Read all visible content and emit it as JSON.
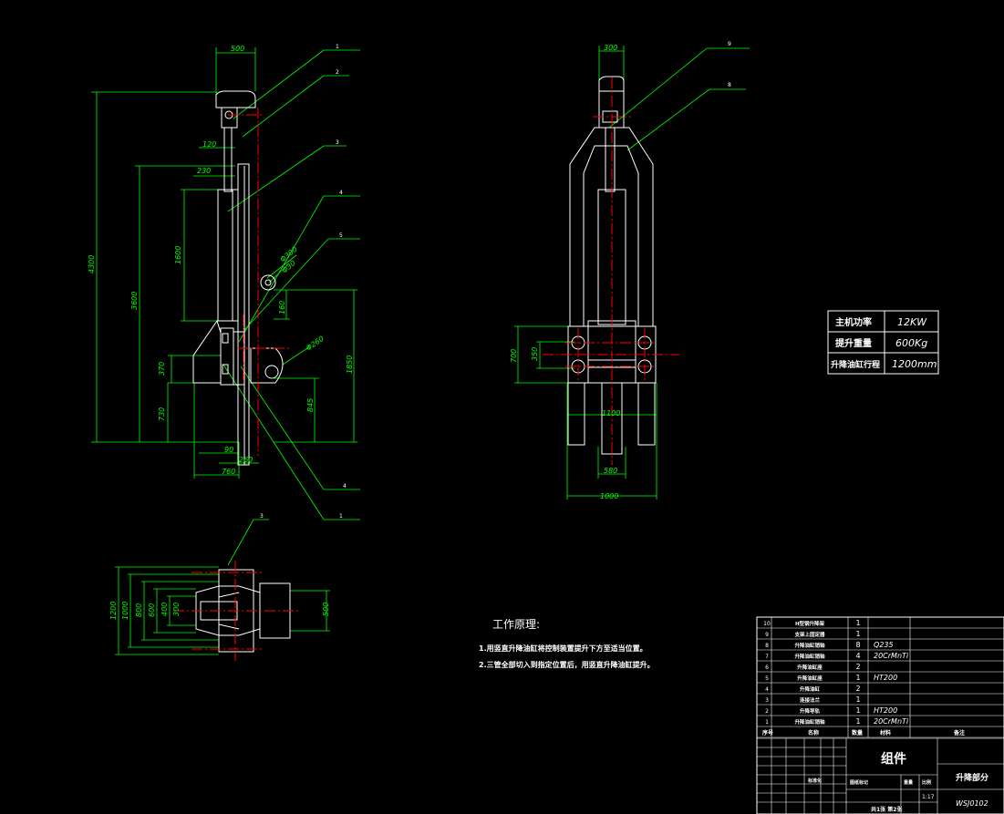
{
  "colors": {
    "background": "#000000",
    "outline": "#ffffff",
    "dimension": "#00ff00",
    "centerline": "#ff0000"
  },
  "side_view": {
    "dims": {
      "top_width": "500",
      "d120": "120",
      "d230": "230",
      "d1600": "1600",
      "d3600": "3600",
      "d4300": "4300",
      "d370": "370",
      "d730": "730",
      "d90": "90",
      "d260": "260",
      "d760": "760",
      "d1850": "1850",
      "d845": "845",
      "d160": "160",
      "phi300": "Φ300",
      "phi30": "Φ30",
      "phi260": "Φ260"
    },
    "balloons": [
      "1",
      "2",
      "3",
      "4",
      "5",
      "4",
      "1"
    ]
  },
  "front_view": {
    "dims": {
      "d300": "300",
      "d700": "700",
      "d350": "350",
      "d1100": "1100",
      "d580": "580",
      "d1000": "1000"
    },
    "balloons": [
      "9",
      "8"
    ]
  },
  "top_view": {
    "dims": {
      "d1200": "1200",
      "d1000": "1000",
      "d800": "800",
      "d600": "600",
      "d400": "400",
      "d300": "300",
      "d500": "500"
    },
    "balloon": "3"
  },
  "spec_table": [
    {
      "label": "主机功率",
      "value": "12KW"
    },
    {
      "label": "提升重量",
      "value": "600Kg"
    },
    {
      "label": "升降油缸行程",
      "value": "1200mm"
    }
  ],
  "principle": {
    "title": "工作原理:",
    "line1": "1.用竖直升降油缸将控制装置提升下方至适当位置。",
    "line2": "2.三管全部切入到指定位置后，用竖直升降油缸提升。"
  },
  "parts_list": {
    "rows": [
      {
        "no": "10",
        "name": "H型钢升降架",
        "qty": "1",
        "mat": ""
      },
      {
        "no": "9",
        "name": "支架上固定器",
        "qty": "1",
        "mat": ""
      },
      {
        "no": "8",
        "name": "升降油缸销轴",
        "qty": "8",
        "mat": "Q235"
      },
      {
        "no": "7",
        "name": "升降油缸销轴",
        "qty": "4",
        "mat": "20CrMnTi"
      },
      {
        "no": "6",
        "name": "升降油缸座",
        "qty": "2",
        "mat": ""
      },
      {
        "no": "5",
        "name": "升降油缸座",
        "qty": "1",
        "mat": "HT200"
      },
      {
        "no": "4",
        "name": "升降油缸",
        "qty": "2",
        "mat": ""
      },
      {
        "no": "3",
        "name": "连接法兰",
        "qty": "1",
        "mat": ""
      },
      {
        "no": "2",
        "name": "升降导轨",
        "qty": "1",
        "mat": "HT200"
      },
      {
        "no": "1",
        "name": "升降油缸销轴",
        "qty": "1",
        "mat": "20CrMnTi"
      }
    ],
    "header": {
      "no": "序号",
      "name": "名称",
      "qty": "数量",
      "mat": "材料",
      "note": "备注"
    }
  },
  "title_block": {
    "part": "组件",
    "name": "升降部分",
    "code": "WSJ0102",
    "scale": "1:17",
    "sheet": "共1张 第2张",
    "marks": [
      "标准化",
      "图纸标记",
      "重量",
      "比例"
    ]
  }
}
